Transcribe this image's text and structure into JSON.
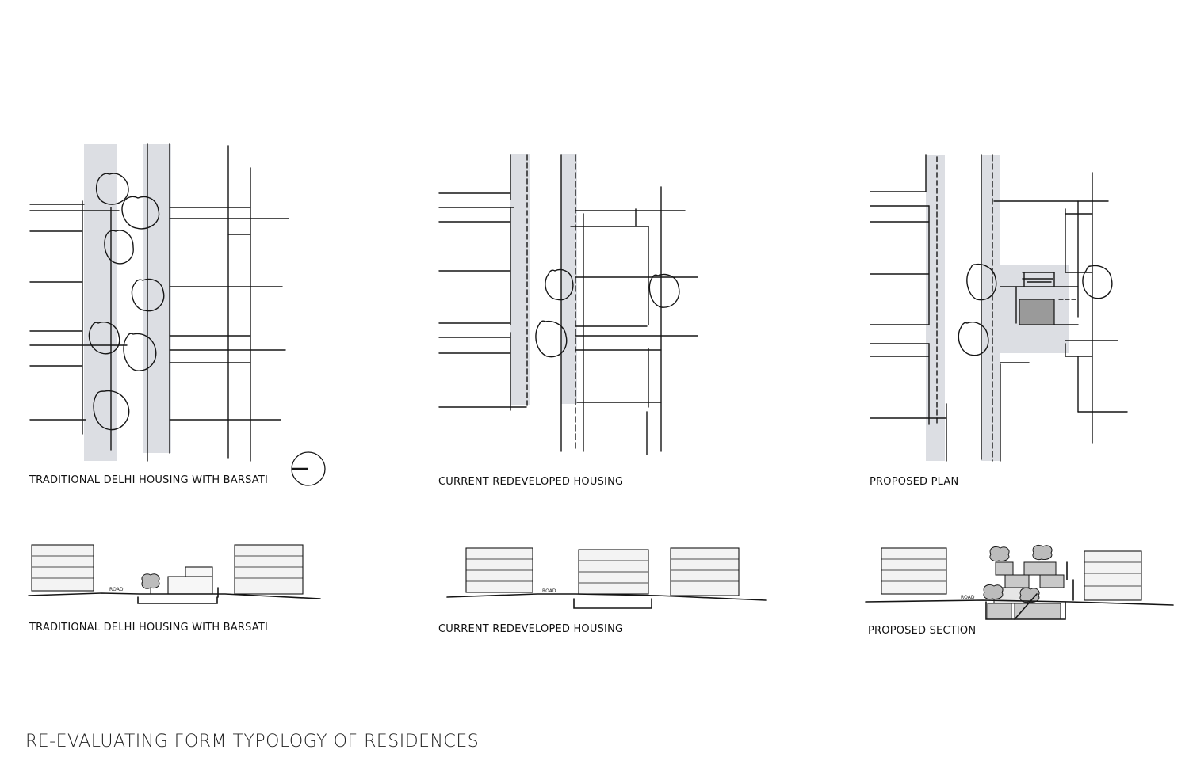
{
  "title": "RE-EVALUATING FORM TYPOLOGY OF RESIDENCES",
  "plans": [
    {
      "caption": "TRADITIONAL DELHI HOUSING WITH BARSATI"
    },
    {
      "caption": "CURRENT REDEVELOPED HOUSING"
    },
    {
      "caption": "PROPOSED PLAN"
    }
  ],
  "sections": [
    {
      "caption": "TRADITIONAL DELHI HOUSING WITH BARSATI",
      "road_label": "ROAD"
    },
    {
      "caption": "CURRENT REDEVELOPED HOUSING",
      "road_label": "ROAD"
    },
    {
      "caption": "PROPOSED SECTION",
      "road_label": "ROAD"
    }
  ],
  "colors": {
    "ink": "#151515",
    "wash": "#d9dbe0",
    "dark_wash": "#9a9a9a"
  }
}
